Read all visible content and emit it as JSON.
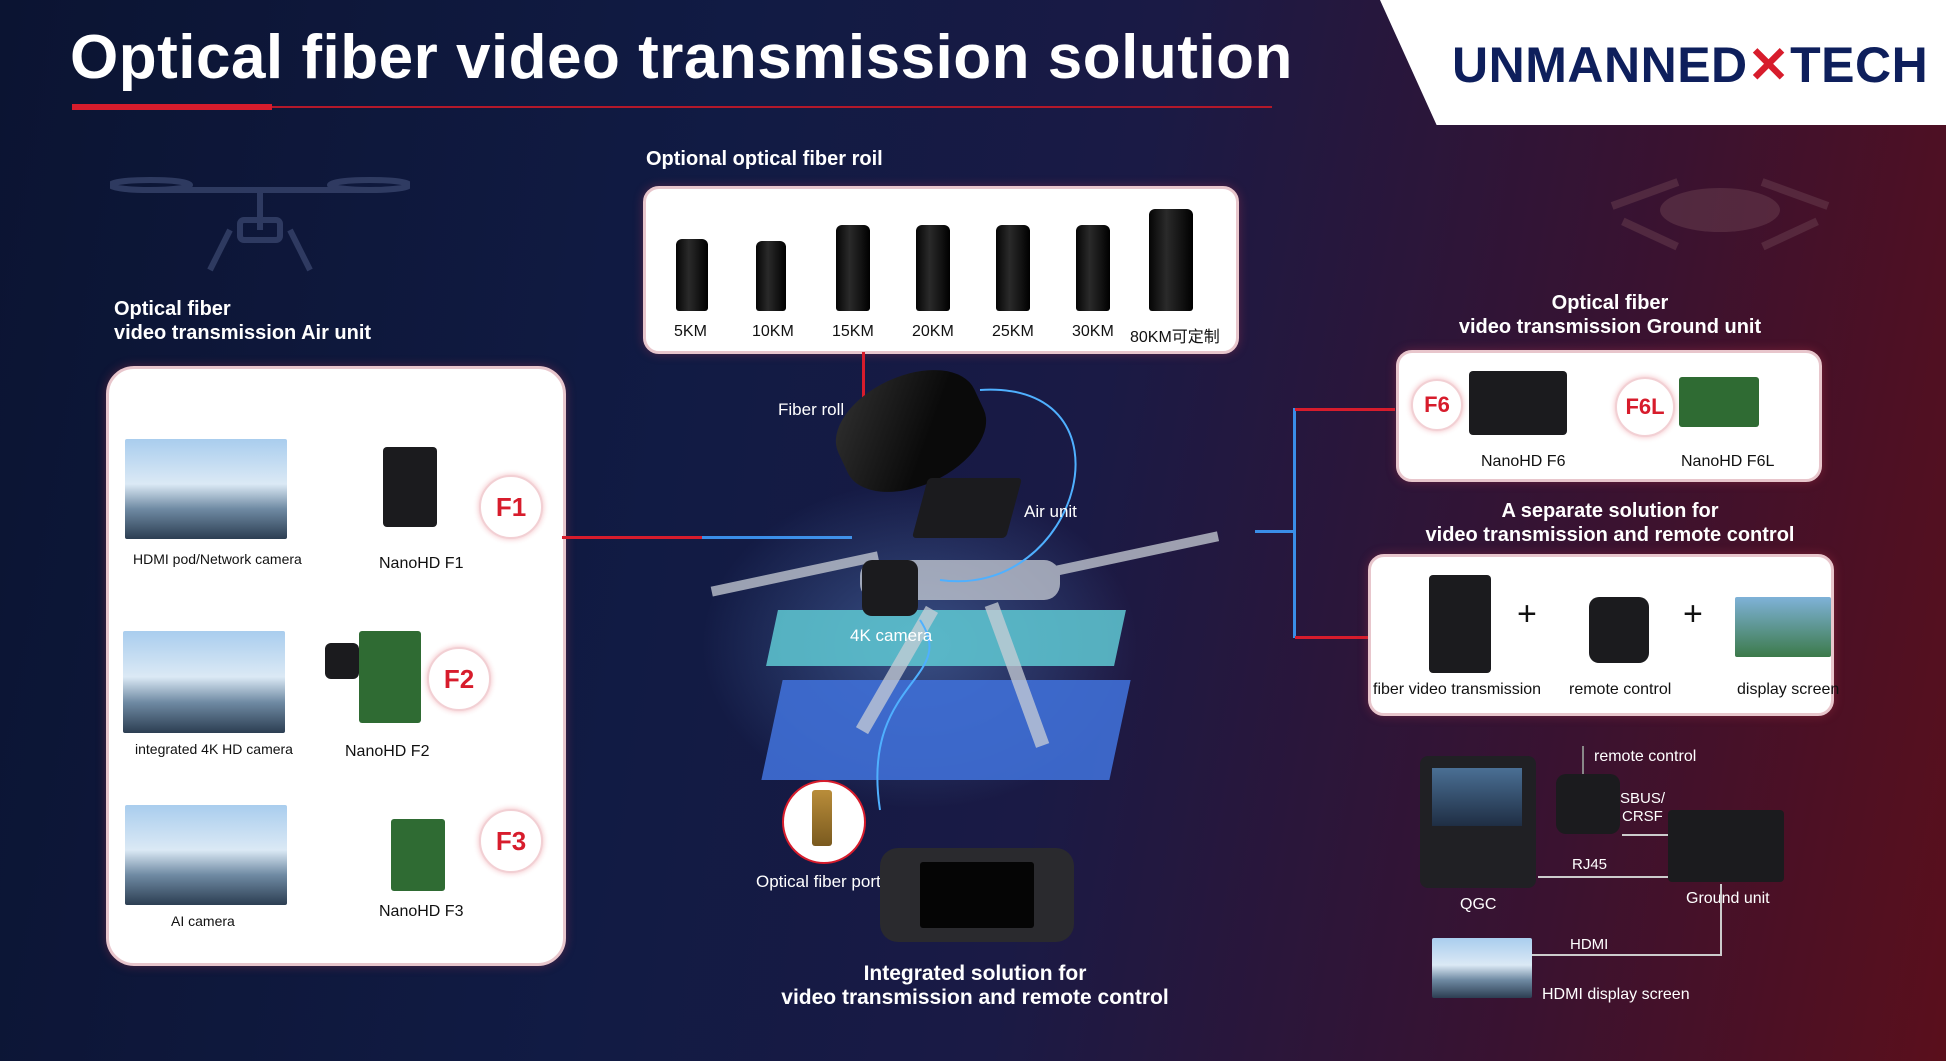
{
  "title": "Optical fiber video transmission solution",
  "logo": {
    "left": "UNMANNED",
    "right": "TECH"
  },
  "fiber_rolls": {
    "heading": "Optional optical fiber roil",
    "items": [
      "5KM",
      "10KM",
      "15KM",
      "20KM",
      "25KM",
      "30KM",
      "80KM可定制"
    ]
  },
  "air_unit": {
    "heading_line1": "Optical fiber",
    "heading_line2": "video transmission Air unit",
    "rows": [
      {
        "camera": "HDMI pod/Network camera",
        "device": "NanoHD F1",
        "tag": "F1"
      },
      {
        "camera": "integrated 4K HD camera",
        "device": "NanoHD F2",
        "tag": "F2"
      },
      {
        "camera": "AI camera",
        "device": "NanoHD F3",
        "tag": "F3"
      }
    ]
  },
  "center": {
    "fiber_roll": "Fiber roll",
    "air_unit": "Air unit",
    "camera": "4K camera",
    "port": "Optical fiber port",
    "integrated_line1": "Integrated solution for",
    "integrated_line2": "video transmission and remote control"
  },
  "ground_unit": {
    "heading_line1": "Optical fiber",
    "heading_line2": "video transmission Ground unit",
    "items": [
      {
        "tag": "F6",
        "name": "NanoHD F6"
      },
      {
        "tag": "F6L",
        "name": "NanoHD F6L"
      }
    ]
  },
  "separate": {
    "heading_line1": "A separate solution for",
    "heading_line2": "video transmission and remote control",
    "items": [
      "fiber video transmission",
      "remote control",
      "display screen"
    ],
    "plus": "+"
  },
  "setup": {
    "remote_control": "remote control",
    "sbus": "SBUS/",
    "crsf": "CRSF",
    "rj45": "RJ45",
    "qgc": "QGC",
    "ground_unit": "Ground unit",
    "hdmi": "HDMI",
    "hdmi_screen": "HDMI display screen"
  },
  "colors": {
    "accent_red": "#d71c2c",
    "accent_blue": "#3a8ee8",
    "logo_navy": "#0e1f5c"
  }
}
